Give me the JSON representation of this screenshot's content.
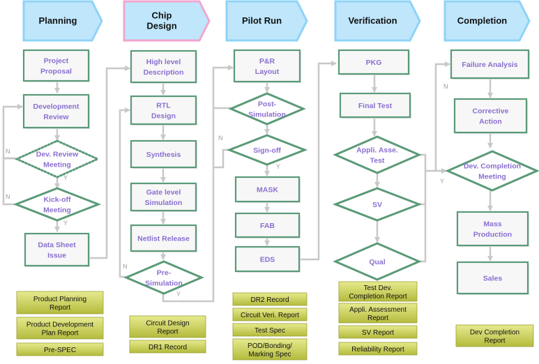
{
  "phases": [
    {
      "id": "planning",
      "lines": [
        "Planning"
      ]
    },
    {
      "id": "chip-design",
      "lines": [
        "Chip",
        "Design"
      ]
    },
    {
      "id": "pilot-run",
      "lines": [
        "Pilot Run"
      ]
    },
    {
      "id": "verification",
      "lines": [
        "Verification"
      ]
    },
    {
      "id": "completion",
      "lines": [
        "Completion"
      ]
    }
  ],
  "steps": [
    {
      "id": "project-proposal",
      "lines": [
        "Project",
        "Proposal"
      ]
    },
    {
      "id": "development-review",
      "lines": [
        "Development",
        "Review"
      ]
    },
    {
      "id": "dev-review-meeting",
      "lines": [
        "Dev. Review",
        "Meeting"
      ]
    },
    {
      "id": "kick-off-meeting",
      "lines": [
        "Kick-off",
        "Meeting"
      ]
    },
    {
      "id": "data-sheet-issue",
      "lines": [
        "Data Sheet",
        "Issue"
      ]
    },
    {
      "id": "high-level-description",
      "lines": [
        "High level",
        "Description"
      ]
    },
    {
      "id": "rtl-design",
      "lines": [
        "RTL",
        "Design"
      ]
    },
    {
      "id": "synthesis",
      "lines": [
        "Synthesis"
      ]
    },
    {
      "id": "gate-level-simulation",
      "lines": [
        "Gate level",
        "Simulation"
      ]
    },
    {
      "id": "netlist-release",
      "lines": [
        "Netlist Release"
      ]
    },
    {
      "id": "pre-simulation",
      "lines": [
        "Pre-",
        "Simulation"
      ]
    },
    {
      "id": "pr-layout",
      "lines": [
        "P&R",
        "Layout"
      ]
    },
    {
      "id": "post-simulation",
      "lines": [
        "Post-",
        "Simulation"
      ]
    },
    {
      "id": "sign-off",
      "lines": [
        "Sign-off"
      ]
    },
    {
      "id": "mask",
      "lines": [
        "MASK"
      ]
    },
    {
      "id": "fab",
      "lines": [
        "FAB"
      ]
    },
    {
      "id": "eds",
      "lines": [
        "EDS"
      ]
    },
    {
      "id": "pkg",
      "lines": [
        "PKG"
      ]
    },
    {
      "id": "final-test",
      "lines": [
        "Final Test"
      ]
    },
    {
      "id": "appli-asse-test",
      "lines": [
        "Appli. Asse.",
        "Test"
      ]
    },
    {
      "id": "sv",
      "lines": [
        "SV"
      ]
    },
    {
      "id": "qual",
      "lines": [
        "Qual"
      ]
    },
    {
      "id": "failure-analysis",
      "lines": [
        "Failure Analysis"
      ]
    },
    {
      "id": "corrective-action",
      "lines": [
        "Corrective",
        "Action"
      ]
    },
    {
      "id": "dev-completion-meeting",
      "lines": [
        "Dev. Completion",
        "Meeting"
      ]
    },
    {
      "id": "mass-production",
      "lines": [
        "Mass",
        "Production"
      ]
    },
    {
      "id": "sales",
      "lines": [
        "Sales"
      ]
    }
  ],
  "documents": [
    {
      "id": "product-planning-report",
      "lines": [
        "Product Planning",
        "Report"
      ]
    },
    {
      "id": "product-development-plan-report",
      "lines": [
        "Product Development",
        "Plan Report"
      ]
    },
    {
      "id": "pre-spec",
      "lines": [
        "Pre-SPEC"
      ]
    },
    {
      "id": "circuit-design-report",
      "lines": [
        "Circuit Design",
        "Report"
      ]
    },
    {
      "id": "dr1-record",
      "lines": [
        "DR1 Record"
      ]
    },
    {
      "id": "dr2-record",
      "lines": [
        "DR2 Record"
      ]
    },
    {
      "id": "circuit-veri-report",
      "lines": [
        "Circuit Veri. Report"
      ]
    },
    {
      "id": "test-spec",
      "lines": [
        "Test Spec"
      ]
    },
    {
      "id": "pod-bonding-marking-spec",
      "lines": [
        "POD/Bonding/",
        "Marking Spec"
      ]
    },
    {
      "id": "test-dev-completion-report",
      "lines": [
        "Test Dev.",
        "Completion Report"
      ]
    },
    {
      "id": "appli-assessment-report",
      "lines": [
        "Appli. Assessment",
        "Report"
      ]
    },
    {
      "id": "sv-report",
      "lines": [
        "SV Report"
      ]
    },
    {
      "id": "reliability-report",
      "lines": [
        "Reliability Report"
      ]
    },
    {
      "id": "dev-completion-report",
      "lines": [
        "Dev Completion",
        "Report"
      ]
    }
  ],
  "decision_labels": {
    "yes": "Y",
    "no": "N"
  },
  "colors": {
    "phase_fill": "#bfe6fb",
    "phase_stroke": "#8fd3f7",
    "phase_accent_stroke": "#f2a6cf",
    "step_stroke": "#5a9a78",
    "step_text": "#8a6fd0",
    "connector": "#c8c8c8",
    "doc_fill": "#c6cc52"
  }
}
